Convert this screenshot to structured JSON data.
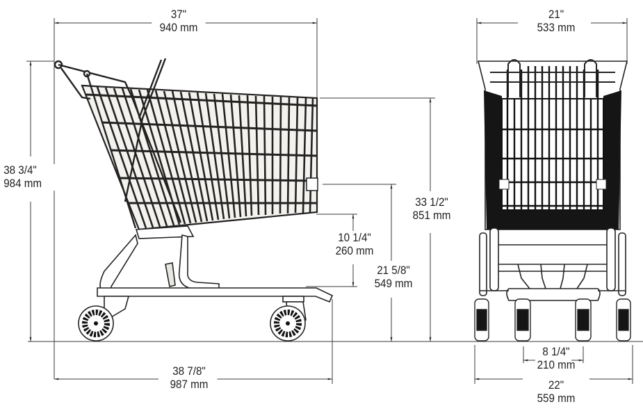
{
  "diagram": {
    "subject": "Shopping cart dimension drawing",
    "views": [
      {
        "name": "side-view"
      },
      {
        "name": "front-view"
      }
    ],
    "colors": {
      "line": "#2a2a2a",
      "dim_line": "#3a3a3a",
      "basket_dark": "#151515",
      "background": "#ffffff"
    }
  },
  "dimensions": {
    "side_overall_length_top": {
      "imperial": "37\"",
      "metric": "940 mm"
    },
    "side_overall_height": {
      "imperial": "38 3/4\"",
      "metric": "984 mm"
    },
    "side_basket_top_height": {
      "imperial": "33 1/2\"",
      "metric": "851 mm"
    },
    "side_basket_bottom_height": {
      "imperial": "21 5/8\"",
      "metric": "549 mm"
    },
    "side_basket_depth_front": {
      "imperial": "10 1/4\"",
      "metric": "260 mm"
    },
    "side_wheelbase_length": {
      "imperial": "38 7/8\"",
      "metric": "987 mm"
    },
    "front_overall_width_top": {
      "imperial": "21\"",
      "metric": "533 mm"
    },
    "front_inner_wheel_span": {
      "imperial": "8 1/4\"",
      "metric": "210 mm"
    },
    "front_outer_wheel_span": {
      "imperial": "22\"",
      "metric": "559 mm"
    }
  }
}
